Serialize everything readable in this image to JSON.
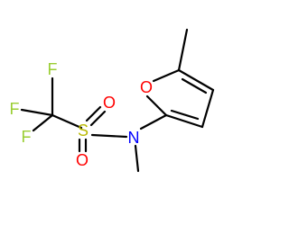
{
  "molecule": {
    "atoms": {
      "f_top": "F",
      "f_left": "F",
      "f_bottom": "F",
      "sulfur": "S",
      "o_upper": "O",
      "o_lower": "O",
      "nitrogen": "N",
      "furan_oxygen": "O"
    },
    "colors": {
      "fluorine": "#9ACD32",
      "oxygen": "#FF0000",
      "sulfur": "#B8B800",
      "nitrogen": "#0000FF",
      "bond": "#000000"
    }
  }
}
